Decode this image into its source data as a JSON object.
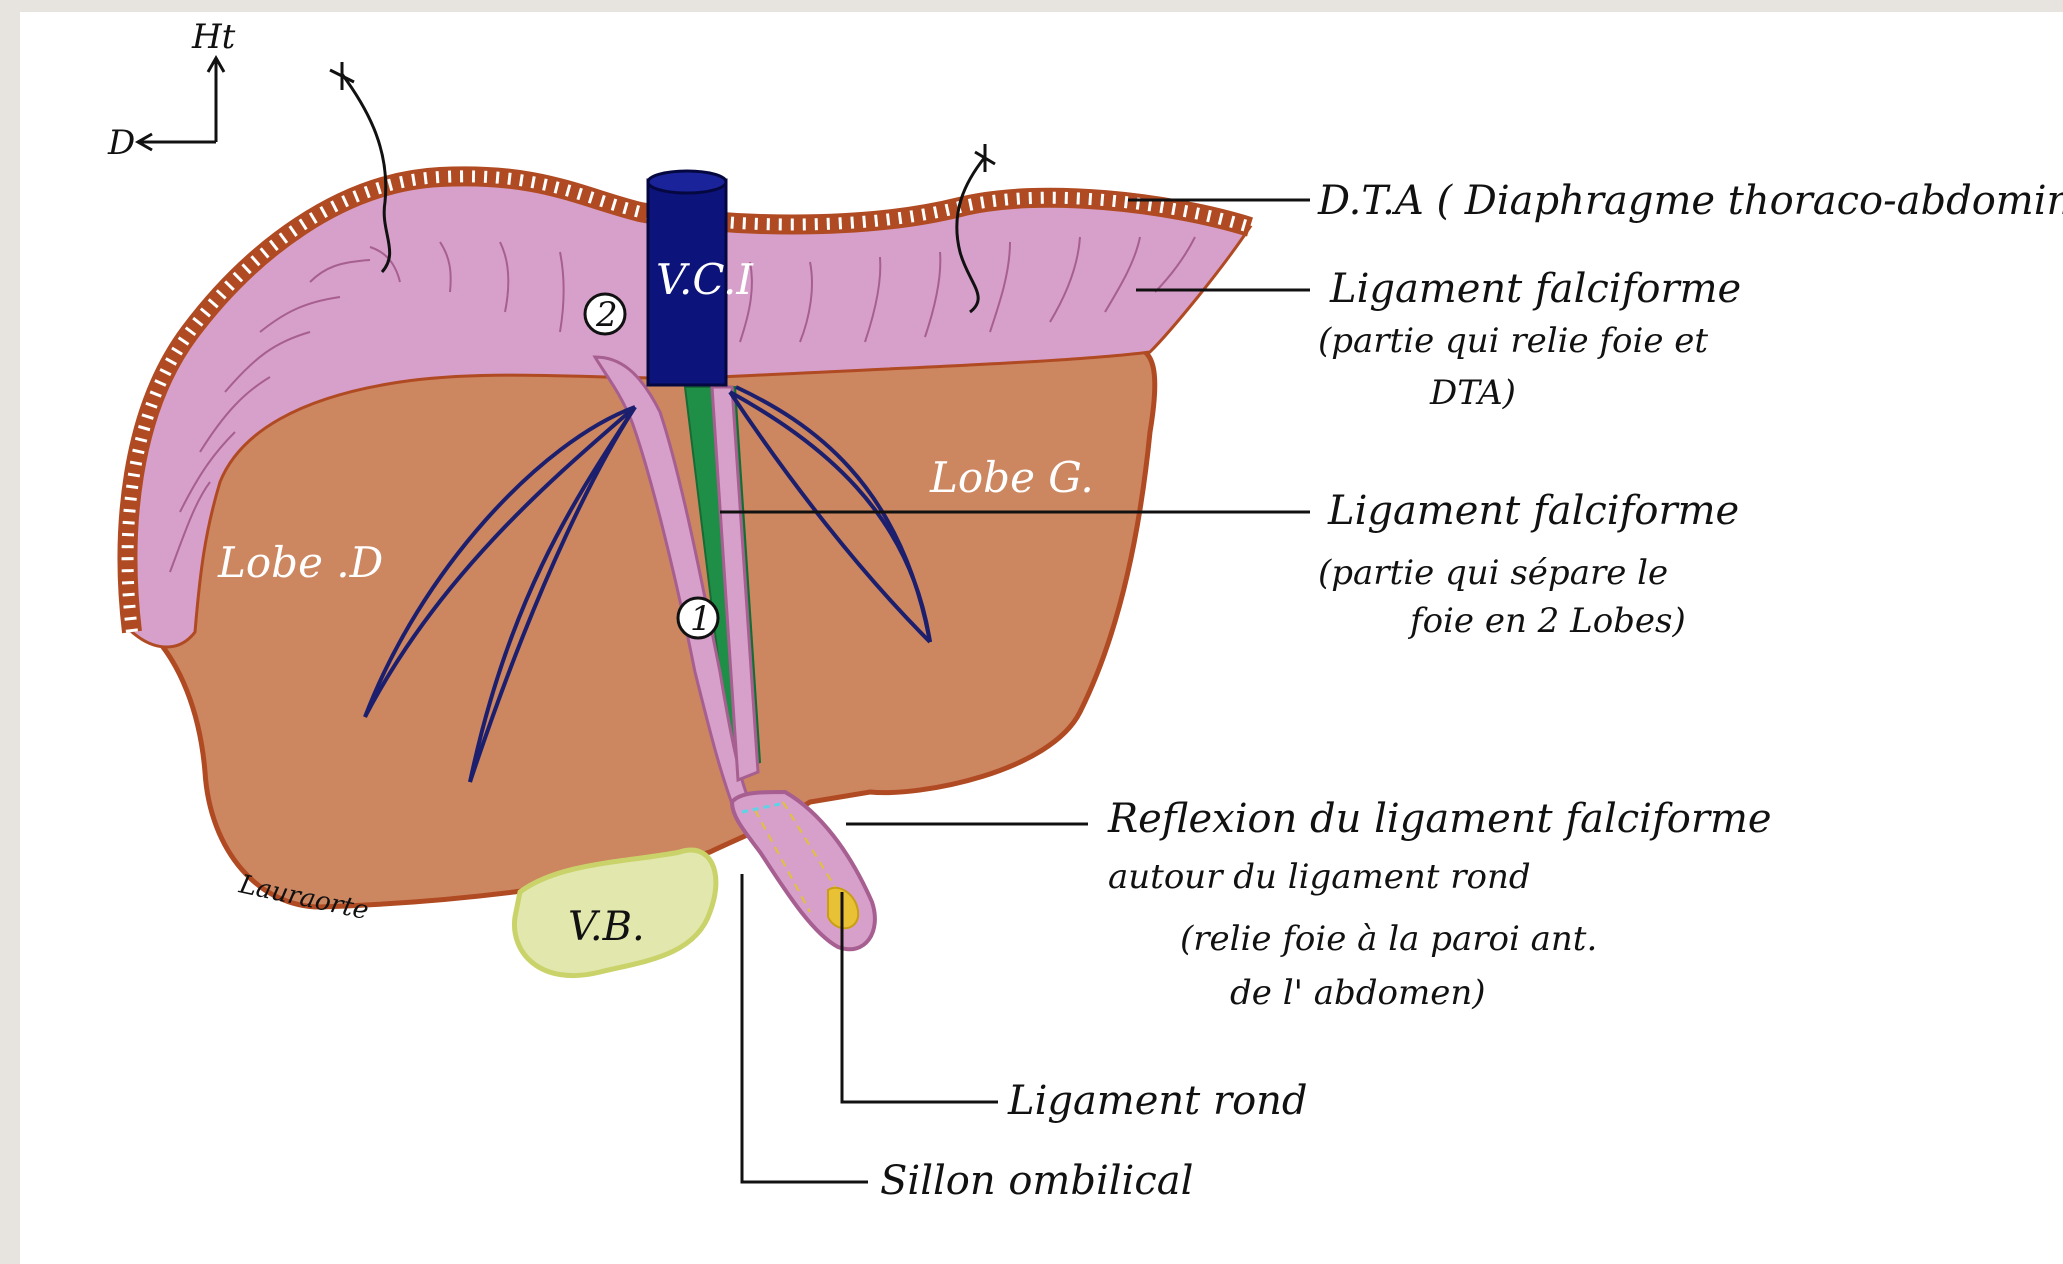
{
  "orientation": {
    "up": "Ht",
    "right_side": "D"
  },
  "organs": {
    "vci": "V.C.I",
    "lobe_droit": "Lobe .D",
    "lobe_gauche": "Lobe G.",
    "vesicule": "V.B."
  },
  "markers": {
    "m1": "1",
    "m2": "2"
  },
  "signature": "Lauraorte",
  "labels": {
    "dta": "D.T.A ( Diaphragme thoraco-abdominal",
    "falciforme_1_title": "Ligament falciforme",
    "falciforme_1_line1": "(partie qui relie foie et",
    "falciforme_1_line2": "DTA)",
    "falciforme_2_title": "Ligament falciforme",
    "falciforme_2_line1": "(partie qui sépare le",
    "falciforme_2_line2": "foie en 2 Lobes)",
    "reflexion_line1": "Reflexion du ligament falciforme",
    "reflexion_line2": "autour du ligament rond",
    "reflexion_line3": "(relie foie à la paroi ant.",
    "reflexion_line4": "de l' abdomen)",
    "ligament_rond": "Ligament rond",
    "sillon": "Sillon ombilical"
  },
  "colors": {
    "liver": "#cc8660",
    "liver_outline": "#b04a22",
    "diaphragm": "#d7a0ca",
    "vci": "#0c137a",
    "vessels": "#1c1f6e",
    "sillon_green": "#1f8f47",
    "vesicule": "#e2e7ae"
  }
}
